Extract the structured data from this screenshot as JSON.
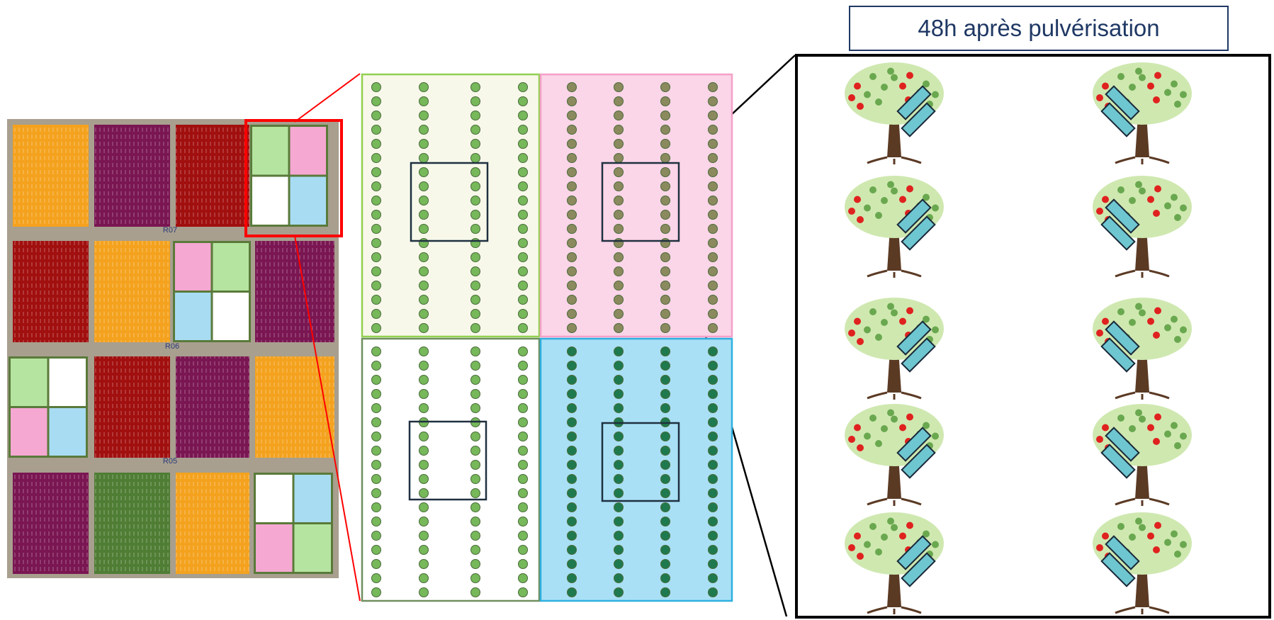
{
  "title": "48h après pulvérisation",
  "field_map": {
    "row_labels": [
      "R07",
      "R06",
      "R05"
    ],
    "colors": {
      "orange": "#f4a21e",
      "purple": "#7a1652",
      "red": "#a10f0f",
      "dark_green": "#4f7d34",
      "light_green": "#b5e4a0",
      "pink": "#f5a8d2",
      "white": "#ffffff",
      "light_blue": "#a8dcf2",
      "highlight": "#ff0000"
    },
    "rows": [
      [
        "orange",
        "purple",
        "red",
        "split"
      ],
      [
        "red",
        "orange",
        "split",
        "purple"
      ],
      [
        "split",
        "red",
        "purple",
        "orange"
      ],
      [
        "purple",
        "dark_green",
        "orange",
        "split"
      ]
    ],
    "splits": [
      [
        "light_green",
        "pink",
        "white",
        "light_blue"
      ],
      [
        "pink",
        "light_green",
        "light_blue",
        "white"
      ],
      [
        "light_green",
        "white",
        "pink",
        "light_blue"
      ],
      [
        "white",
        "light_blue",
        "pink",
        "light_green"
      ]
    ]
  },
  "zoom_plots": [
    {
      "color": "#f7f8ea",
      "border": "#92d050",
      "dot": "#76b85a"
    },
    {
      "color": "#fbd5e8",
      "border": "#f4a0c8",
      "dot": "#8b8a5e"
    },
    {
      "color": "#ffffff",
      "border": "#6f8f5f",
      "dot": "#76b85a"
    },
    {
      "color": "#a9e0f5",
      "border": "#2fb0e0",
      "dot": "#1e7a4e"
    }
  ],
  "tree_panel": {
    "tree_count": 10,
    "trap_color": "#6ec6d0"
  }
}
